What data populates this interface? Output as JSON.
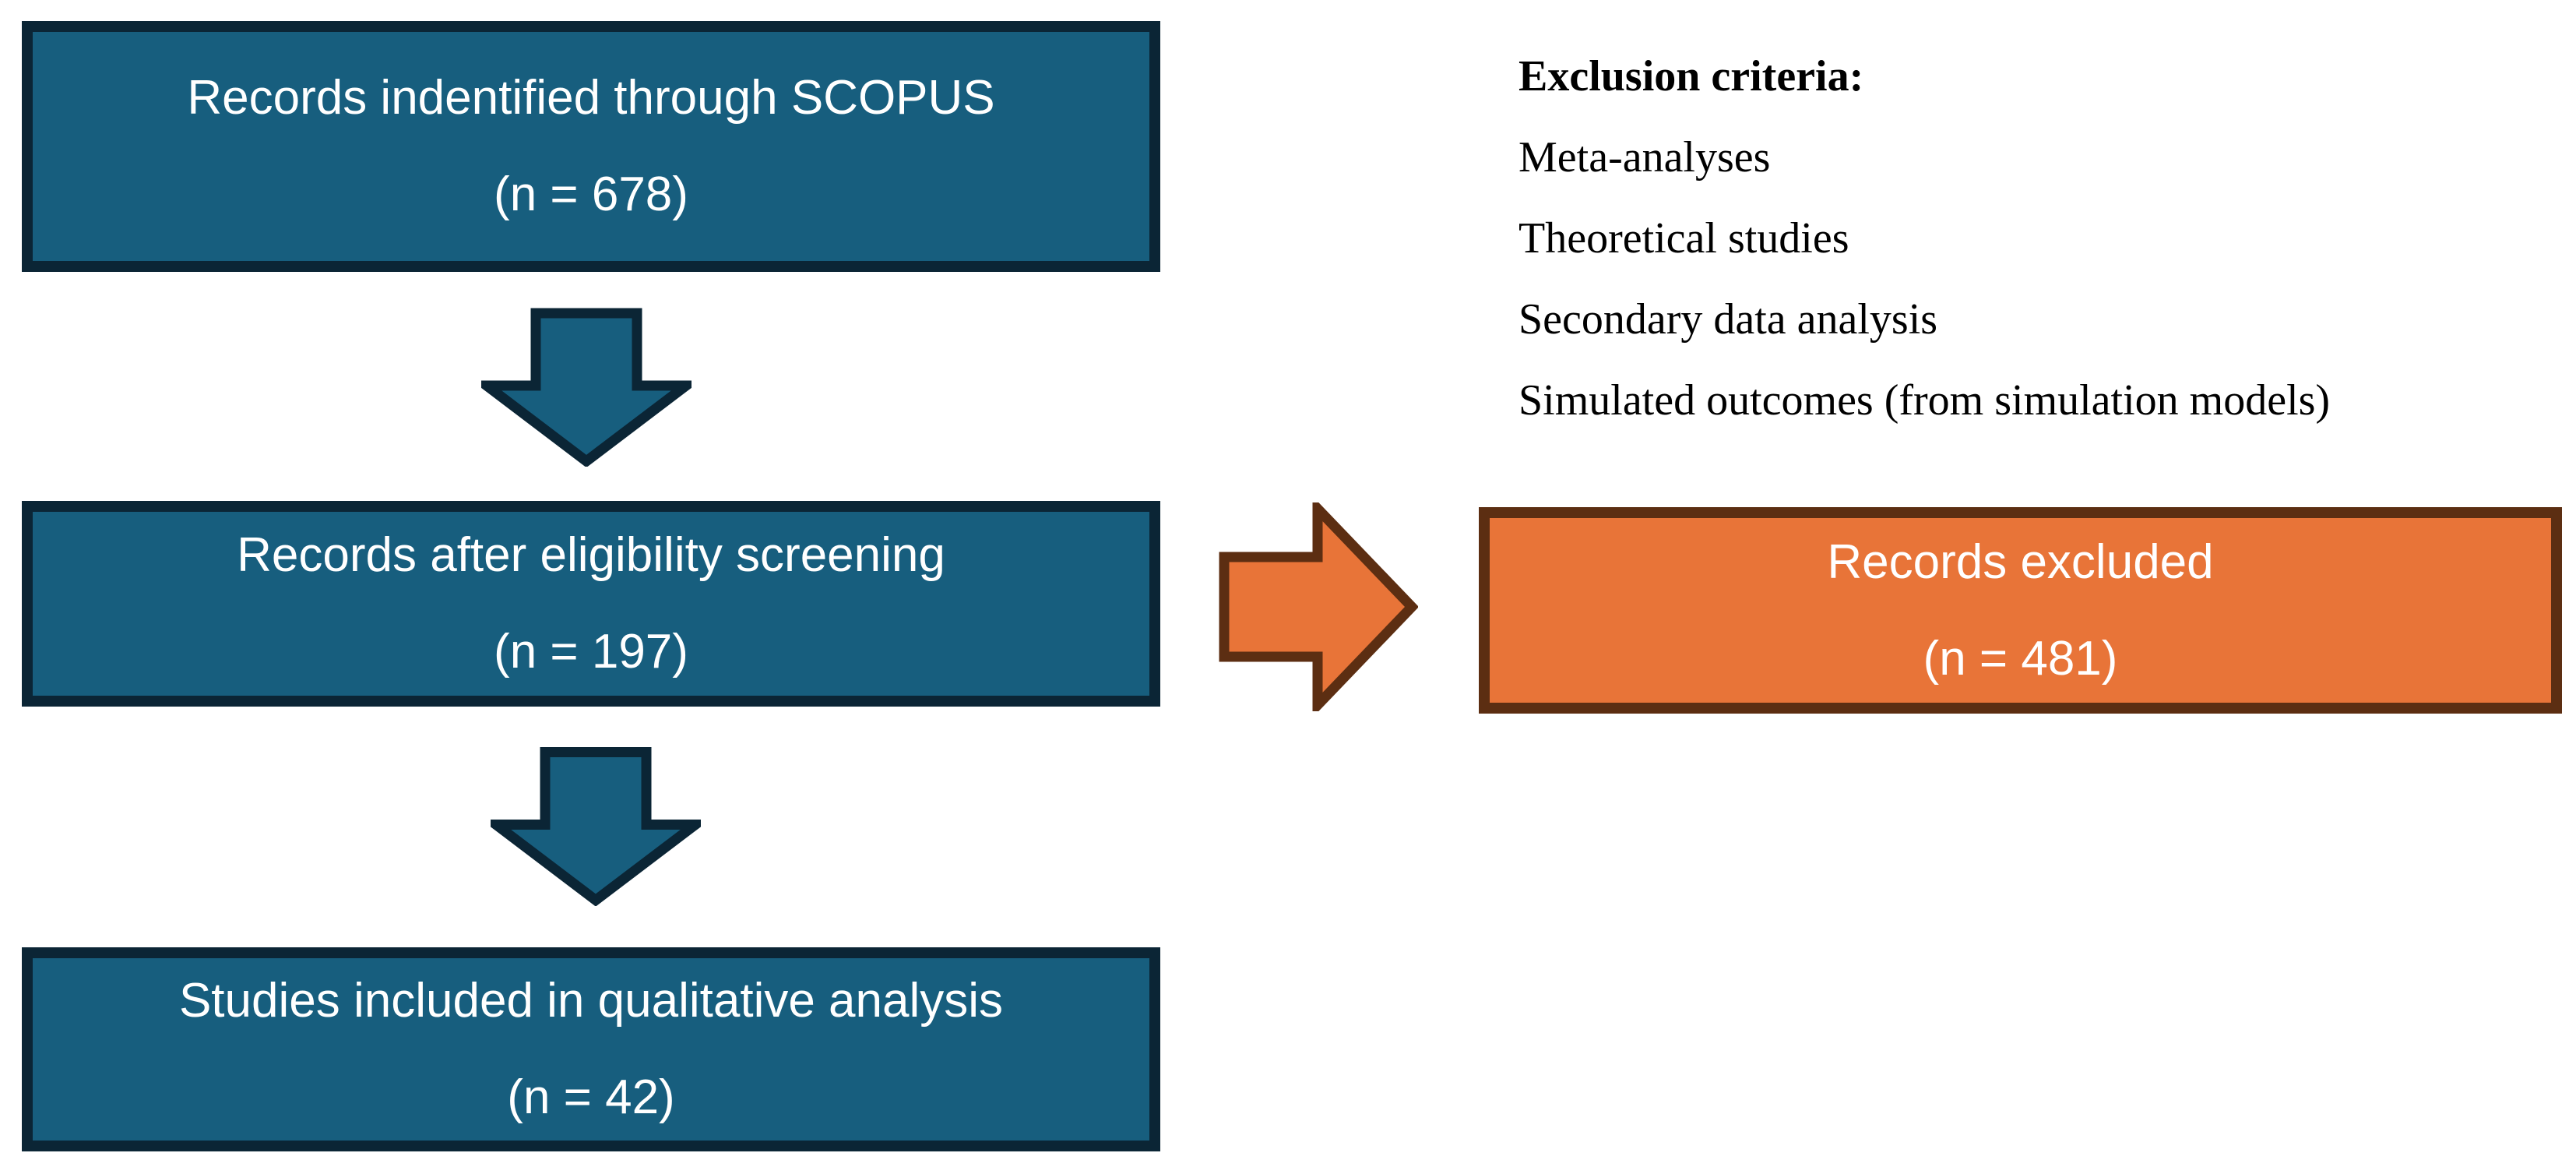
{
  "flow": {
    "boxes": [
      {
        "id": "identified",
        "line1": "Records indentified through SCOPUS",
        "line2": "(n = 678)"
      },
      {
        "id": "screened",
        "line1": "Records after eligibility screening",
        "line2": "(n = 197)"
      },
      {
        "id": "included",
        "line1": "Studies included in qualitative analysis",
        "line2": "(n = 42)"
      },
      {
        "id": "excluded",
        "line1": "Records excluded",
        "line2": "(n = 481)"
      }
    ],
    "criteria": {
      "heading": "Exclusion criteria:",
      "items": [
        "Meta-analyses",
        "Theoretical studies",
        "Secondary data analysis",
        "Simulated outcomes (from simulation models)"
      ]
    },
    "icons": {
      "down_arrow_1": "down-arrow-icon",
      "down_arrow_2": "down-arrow-icon",
      "right_arrow": "right-arrow-icon"
    }
  },
  "colors": {
    "background": "#FFFFFF",
    "teal_fill": "#175E7E",
    "teal_border": "#0B2535",
    "orange_fill": "#E87438",
    "orange_border": "#5C2E12",
    "box_text": "#FFFFFF",
    "criteria_text": "#000000"
  }
}
